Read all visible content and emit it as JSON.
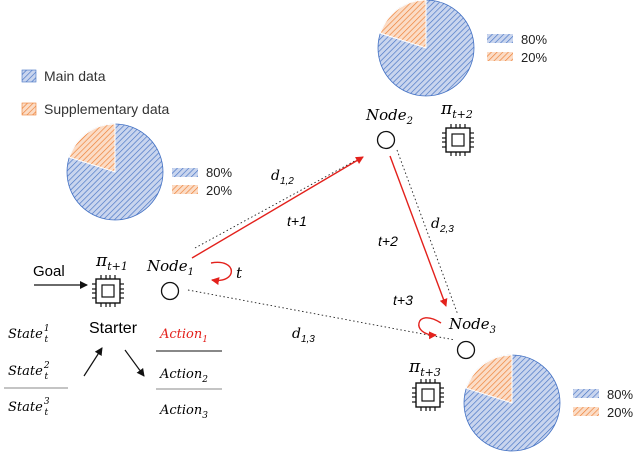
{
  "legend": {
    "main_label": "Main data",
    "supp_label": "Supplementary data",
    "main_color": "#4472c4",
    "supp_color": "#ed7d31"
  },
  "pies": [
    {
      "main_pct": "80%",
      "supp_pct": "20%",
      "main_value": 80,
      "supp_value": 20
    },
    {
      "main_pct": "80%",
      "supp_pct": "20%",
      "main_value": 80,
      "supp_value": 20
    },
    {
      "main_pct": "80%",
      "supp_pct": "20%",
      "main_value": 80,
      "supp_value": 20
    }
  ],
  "nodes": {
    "node1": {
      "label": "Node",
      "sub": "1"
    },
    "node2": {
      "label": "Node",
      "sub": "2"
    },
    "node3": {
      "label": "Node",
      "sub": "3"
    }
  },
  "policies": {
    "p1": {
      "label": "π",
      "sub": "t+1"
    },
    "p2": {
      "label": "π",
      "sub": "t+2"
    },
    "p3": {
      "label": "π",
      "sub": "t+3"
    }
  },
  "distances": {
    "d12": {
      "label": "d",
      "sub": "1,2"
    },
    "d23": {
      "label": "d",
      "sub": "2,3"
    },
    "d13": {
      "label": "d",
      "sub": "1,3"
    }
  },
  "steps": {
    "t": "t",
    "t1": "t+1",
    "t2": "t+2",
    "t3": "t+3"
  },
  "goal_label": "Goal",
  "starter_label": "Starter",
  "states": [
    {
      "label": "State",
      "sup": "1",
      "sub": "t"
    },
    {
      "label": "State",
      "sup": "2",
      "sub": "t"
    },
    {
      "label": "State",
      "sup": "3",
      "sub": "t"
    }
  ],
  "actions": [
    {
      "label": "Action",
      "sub": "1"
    },
    {
      "label": "Action",
      "sub": "2"
    },
    {
      "label": "Action",
      "sub": "3"
    }
  ],
  "colors": {
    "route": "#e3211c",
    "dashed": "#222222"
  }
}
